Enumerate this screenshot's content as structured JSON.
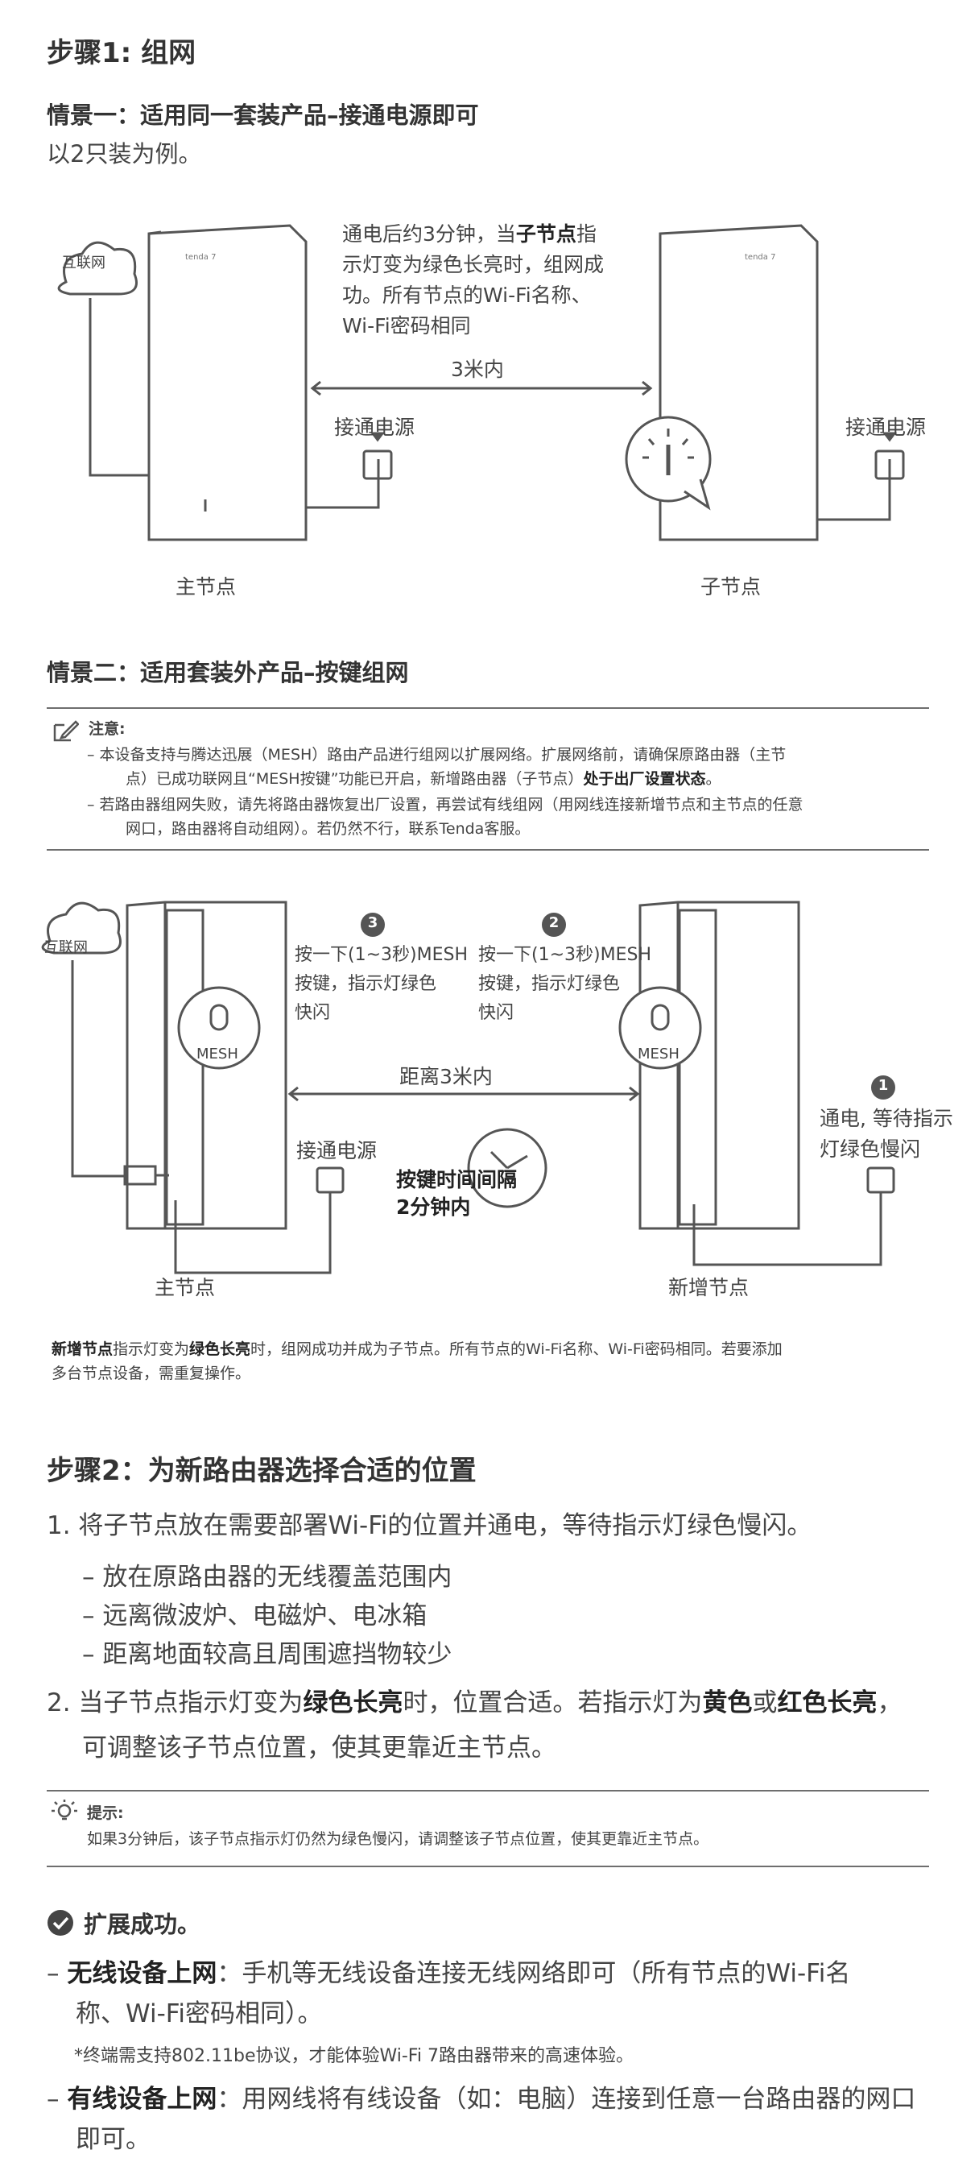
{
  "step1": {
    "title": "步骤1: 组网",
    "scene1": {
      "title": "情景一：适用同一套装产品–接通电源即可",
      "subtitle": "以2只装为例。",
      "cloud_label": "互联网",
      "desc_line1_pre": "通电后约3分钟，当",
      "desc_line1_bold": "子节点",
      "desc_line1_post": "指",
      "desc_line2": "示灯变为绿色长亮时，组网成",
      "desc_line3": "功。所有节点的Wi-Fi名称、",
      "desc_line4": "Wi-Fi密码相同",
      "distance": "3米内",
      "power_left": "接通电源",
      "power_right": "接通电源",
      "main_node": "主节点",
      "sub_node": "子节点",
      "brand": "tenda 7"
    },
    "scene2": {
      "title": "情景二：适用套装外产品–按键组网",
      "note_title": "注意:",
      "note1_line1": "– 本设备支持与腾达迅展（MESH）路由产品进行组网以扩展网络。扩展网络前，请确保原路由器（主节",
      "note1_line2_pre": "点）已成功联网且“MESH按键”功能已开启，新增路由器（子节点）",
      "note1_line2_bold": "处于出厂设置状态",
      "note1_line2_post": "。",
      "note2_line1": "– 若路由器组网失败，请先将路由器恢复出厂设置，再尝试有线组网（用网线连接新增节点和主节点的任意",
      "note2_line2": "网口，路由器将自动组网）。若仍然不行，联系Tenda客服。",
      "cloud_label": "互联网",
      "step3_num": "3",
      "step3_line1": "按一下(1~3秒)MESH",
      "step3_line2": "按键，指示灯绿色",
      "step3_line3": "快闪",
      "step2_num": "2",
      "step2_line1": "按一下(1~3秒)MESH",
      "step2_line2": "按键，指示灯绿色",
      "step2_line3": "快闪",
      "step1_num": "1",
      "step1_line1": "通电, 等待指示",
      "step1_line2": "灯绿色慢闪",
      "mesh_label": "MESH",
      "distance": "距离3米内",
      "power": "接通电源",
      "interval_line1": "按键时间间隔",
      "interval_line2": "2分钟内",
      "main_node": "主节点",
      "new_node": "新增节点",
      "result_line1_b1": "新增节点",
      "result_line1_t1": "指示灯变为",
      "result_line1_b2": "绿色长亮",
      "result_line1_t2": "时，组网成功并成为子节点。所有节点的Wi-Fi名称、Wi-Fi密码相同。若要添加",
      "result_line2": "多台节点设备，需重复操作。"
    }
  },
  "step2": {
    "title": "步骤2：为新路由器选择合适的位置",
    "item1": "1. 将子节点放在需要部署Wi-Fi的位置并通电，等待指示灯绿色慢闪。",
    "sub1": "– 放在原路由器的无线覆盖范围内",
    "sub2": "– 远离微波炉、电磁炉、电冰箱",
    "sub3": "– 距离地面较高且周围遮挡物较少",
    "item2_pre": "2. 当子节点指示灯变为",
    "item2_b1": "绿色长亮",
    "item2_mid1": "时，位置合适。若指示灯为",
    "item2_b2": "黄色",
    "item2_mid2": "或",
    "item2_b3": "红色长亮",
    "item2_end": "，",
    "item2_line2": "可调整该子节点位置，使其更靠近主节点。",
    "tip_title": "提示:",
    "tip_text": "如果3分钟后，该子节点指示灯仍然为绿色慢闪，请调整该子节点位置，使其更靠近主节点。"
  },
  "success": {
    "title": "扩展成功。",
    "wireless_label": "无线设备上网",
    "wireless_text1": "：手机等无线设备连接无线网络即可（所有节点的Wi-Fi名",
    "wireless_text2": "称、Wi-Fi密码相同）。",
    "footnote": "*终端需支持802.11be协议，才能体验Wi-Fi 7路由器带来的高速体验。",
    "wired_label": "有线设备上网",
    "wired_text1": "：用网线将有线设备（如：电脑）连接到任意一台路由器的网口",
    "wired_text2": "即可。"
  }
}
